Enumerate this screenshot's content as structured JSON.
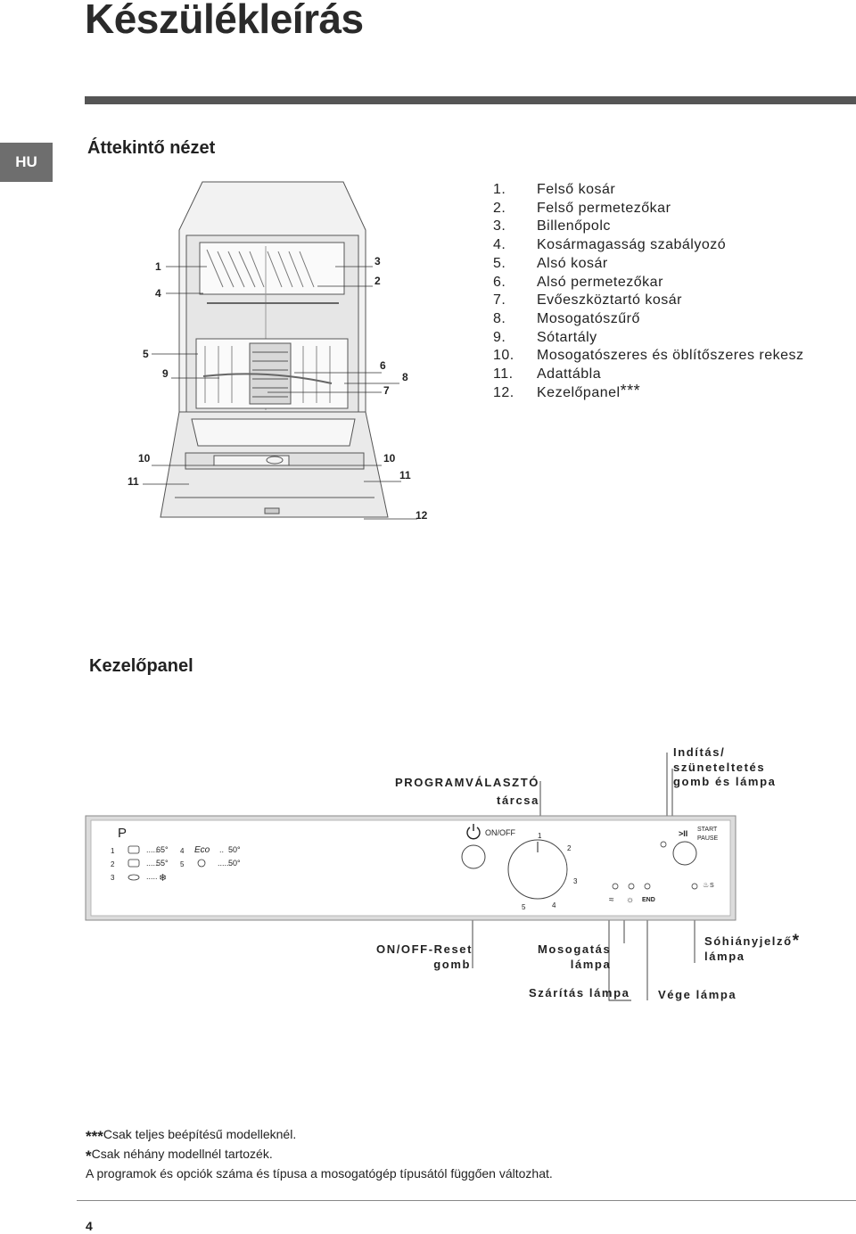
{
  "page": {
    "title": "Készülékleírás",
    "lang_tab": "HU",
    "page_number": "4"
  },
  "overview": {
    "heading": "Áttekintő nézet",
    "parts": [
      {
        "num": "1.",
        "label": "Felső kosár"
      },
      {
        "num": "2.",
        "label": "Felső permetezőkar"
      },
      {
        "num": "3.",
        "label": "Billenőpolc"
      },
      {
        "num": "4.",
        "label": "Kosármagasság szabályozó"
      },
      {
        "num": "5.",
        "label": "Alsó kosár"
      },
      {
        "num": "6.",
        "label": "Alsó permetezőkar"
      },
      {
        "num": "7.",
        "label": "Evőeszköztartó kosár"
      },
      {
        "num": "8.",
        "label": "Mosogatószűrő"
      },
      {
        "num": "9.",
        "label": "Sótartály"
      },
      {
        "num": "10.",
        "label": "Mosogatószeres és öblítőszeres rekesz"
      },
      {
        "num": "11.",
        "label": "Adattábla"
      },
      {
        "num": "12.",
        "label": "Kezelőpanel",
        "suffix": "***"
      }
    ],
    "diagram_labels": {
      "n1": "1",
      "n4": "4",
      "n5": "5",
      "n9": "9",
      "n3": "3",
      "n2": "2",
      "n6": "6",
      "n8": "8",
      "n7": "7",
      "n10a": "10",
      "n11a": "11",
      "n10b": "10",
      "n11b": "11",
      "n12": "12"
    }
  },
  "control_panel": {
    "heading": "Kezelőpanel",
    "callouts": {
      "programme_selector_line1": "PROGRAMVÁLASZTÓ",
      "programme_selector_line2": "tárcsa",
      "start_pause_line1": "Indítás/",
      "start_pause_line2": "szüneteltetés",
      "start_pause_line3": "gomb és lámpa",
      "on_off_line1": "ON/OFF-Reset",
      "on_off_line2": "gomb",
      "washing_line1": "Mosogatás",
      "washing_line2": "lámpa",
      "salt_line1": "Sóhiányjelző",
      "salt_star": "*",
      "salt_line2": "lámpa",
      "drying": "Szárítás lámpa",
      "end": "Vége lámpa"
    },
    "panel_text": {
      "p_label": "P",
      "on_off": "ON/OFF",
      "start": "START",
      "pause": "PAUSE",
      "end_lamp": "END",
      "salt_s": "S",
      "start_symbol": ">II",
      "programmes": [
        {
          "num": "1",
          "temp": "65°"
        },
        {
          "num": "2",
          "temp": "55°"
        },
        {
          "num": "3",
          "temp": ""
        },
        {
          "num": "4",
          "temp": "50°"
        },
        {
          "num": "5",
          "temp": "50°"
        }
      ],
      "eco": "Eco",
      "dial_numbers": [
        "1",
        "2",
        "3",
        "4",
        "5"
      ]
    }
  },
  "footnotes": [
    {
      "mark": "***",
      "text": "Csak teljes beépítésű modelleknél."
    },
    {
      "mark": "*",
      "text": "Csak néhány modellnél tartozék."
    },
    {
      "mark": "",
      "text": "A programok és opciók száma és típusa a mosogatógép típusától függően változhat."
    }
  ]
}
